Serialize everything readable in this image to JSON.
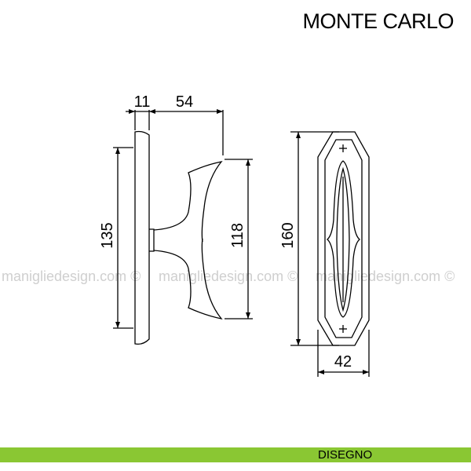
{
  "title": "MONTE CARLO",
  "watermark": "maniglie­design.com ©",
  "dimensions": {
    "plate_thickness": "11",
    "handle_projection": "54",
    "plate_height": "135",
    "handle_length": "118",
    "rosette_height": "160",
    "rosette_width": "42"
  },
  "footer": {
    "label": "DISEGNO",
    "color": "#8ac733"
  }
}
